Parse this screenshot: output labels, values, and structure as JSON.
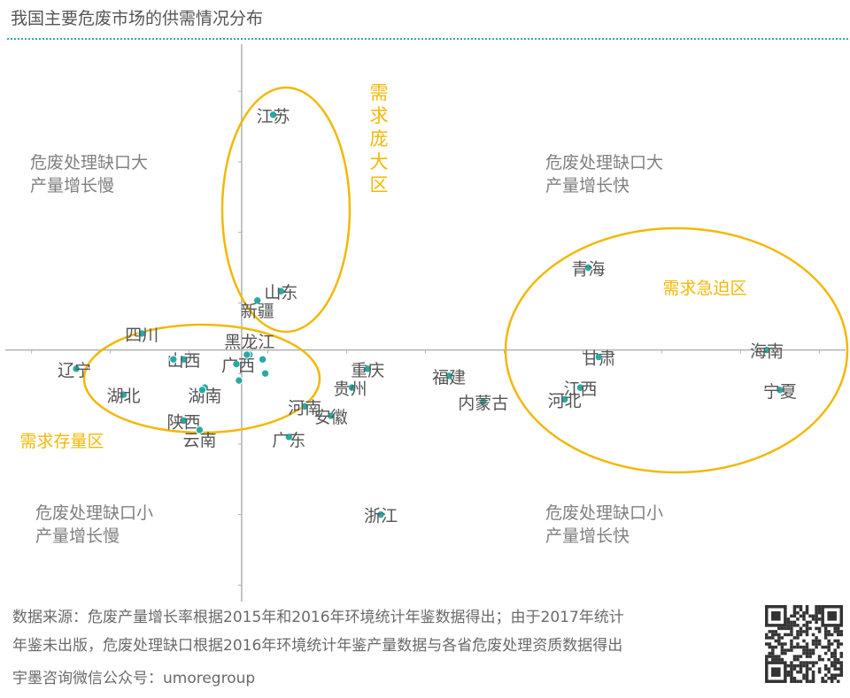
{
  "title": "我国主要危废市场的供需情况分布",
  "quadrant_labels": [
    {
      "id": "top-left",
      "lines": [
        "危废处理缺口大",
        "产量增长慢"
      ]
    },
    {
      "id": "top-right",
      "lines": [
        "危废处理缺口大",
        "产量增长快"
      ]
    },
    {
      "id": "bottom-left",
      "lines": [
        "危废处理缺口小",
        "产量增长慢"
      ]
    },
    {
      "id": "bottom-right",
      "lines": [
        "危废处理缺口小",
        "产量增长快"
      ]
    }
  ],
  "zones": [
    {
      "id": "huge-demand",
      "label": "需求庞大区",
      "vertical": true
    },
    {
      "id": "urgent-demand",
      "label": "需求急迫区",
      "vertical": false
    },
    {
      "id": "stock-demand",
      "label": "需求存量区",
      "vertical": false
    }
  ],
  "footer": {
    "line1": "数据来源：危废产量增长率根据2015年和2016年环境统计年鉴数据得出；由于2017年统计",
    "line2": "年鉴未出版，危废处理缺口根据2016年环境统计年鉴产量数据与各省危废处理资质数据得出",
    "line3": "宇墨咨询微信公众号：umoregroup"
  },
  "chart_data": {
    "type": "scatter",
    "title": "我国主要危废市场的供需情况分布",
    "xlabel": "",
    "ylabel": "",
    "xlim": [
      -9,
      23
    ],
    "ylim": [
      -11,
      13
    ],
    "grid": false,
    "legend": "none",
    "colors": {
      "point": "#2aa9a3",
      "zone": "#f2b807",
      "axis": "#b0b0b0",
      "text": "#555555",
      "quadrant_text": "#808080"
    },
    "points": [
      {
        "name": "江苏",
        "x": 1.2,
        "y": 10.0
      },
      {
        "name": "山东",
        "x": 1.5,
        "y": 2.5
      },
      {
        "name": "新疆",
        "x": 0.6,
        "y": 2.1
      },
      {
        "name": "四川",
        "x": -3.8,
        "y": 0.7
      },
      {
        "name": "黑龙江",
        "x": 0.3,
        "y": -0.2
      },
      {
        "name": "辽宁",
        "x": -6.3,
        "y": -0.8
      },
      {
        "name": "山西",
        "x": -2.2,
        "y": -0.4
      },
      {
        "name": "广西",
        "x": -0.2,
        "y": -0.6
      },
      {
        "name": "湖北",
        "x": -4.5,
        "y": -1.9
      },
      {
        "name": "湖南",
        "x": -1.4,
        "y": -1.6
      },
      {
        "name": "陕西",
        "x": -2.2,
        "y": -3.0
      },
      {
        "name": "云南",
        "x": -1.6,
        "y": -3.4
      },
      {
        "name": "河南",
        "x": 2.4,
        "y": -2.4
      },
      {
        "name": "安徽",
        "x": 3.4,
        "y": -2.8
      },
      {
        "name": "广东",
        "x": 1.8,
        "y": -3.7
      },
      {
        "name": "重庆",
        "x": 4.8,
        "y": -0.8
      },
      {
        "name": "贵州",
        "x": 4.2,
        "y": -1.6
      },
      {
        "name": "福建",
        "x": 7.9,
        "y": -1.1
      },
      {
        "name": "内蒙古",
        "x": 9.2,
        "y": -2.2
      },
      {
        "name": "浙江",
        "x": 5.3,
        "y": -7.0
      },
      {
        "name": "青海",
        "x": 13.2,
        "y": 3.5
      },
      {
        "name": "甘肃",
        "x": 13.6,
        "y": -0.3
      },
      {
        "name": "江西",
        "x": 12.9,
        "y": -1.6
      },
      {
        "name": "河北",
        "x": 12.3,
        "y": -2.1
      },
      {
        "name": "海南",
        "x": 20.0,
        "y": 0.0
      },
      {
        "name": "宁夏",
        "x": 20.5,
        "y": -1.7
      }
    ],
    "unlabeled_points": [
      {
        "x": -2.6,
        "y": -0.4
      },
      {
        "x": 0.2,
        "y": -0.2
      },
      {
        "x": 0.8,
        "y": -0.4
      },
      {
        "x": 0.9,
        "y": -1.0
      },
      {
        "x": -0.1,
        "y": -1.3
      },
      {
        "x": -1.5,
        "y": -1.7
      }
    ]
  }
}
